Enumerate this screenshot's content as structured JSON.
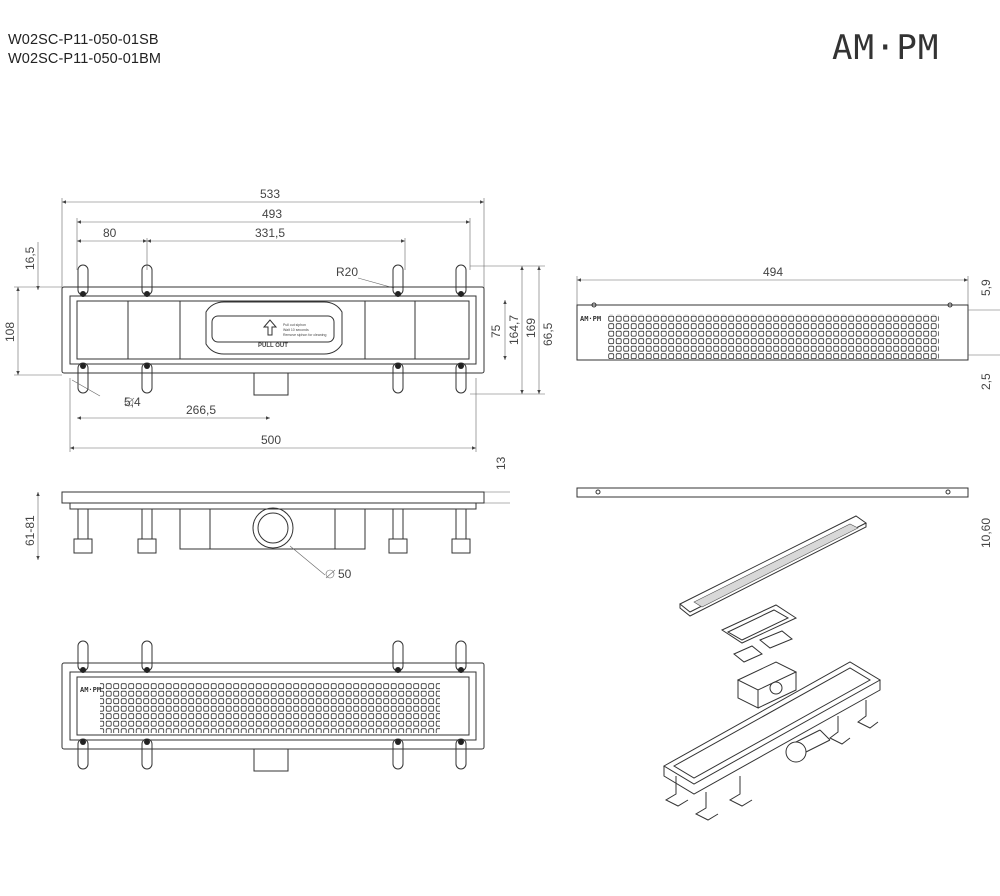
{
  "header": {
    "code_sb": "W02SC-P11-050-01SB",
    "code_bm": "W02SC-P11-050-01BM",
    "logo": "AM·PM"
  },
  "top_view": {
    "dims": {
      "overall": "533",
      "inner": "493",
      "left_offset": "80",
      "center_span": "331,5",
      "top_offset": "16,5",
      "height_outer": "108",
      "radius": "R20",
      "d75": "75",
      "d164": "164,7",
      "d169": "169",
      "hole": "5,4",
      "d266": "266,5",
      "bottom_len": "500"
    },
    "label_pull_out": "PULL OUT",
    "label_note1": "Pull out siphon",
    "label_note2": "Wait 10 seconds",
    "label_note3": "Remove siphon for cleaning"
  },
  "grate_view": {
    "dims": {
      "length": "494",
      "d66": "66,5",
      "d59": "5,9",
      "d25": "2,5"
    },
    "brand_mark": "AM·PM"
  },
  "side_view": {
    "dims": {
      "d13": "13",
      "height_range": "61-81",
      "outlet": "50"
    }
  },
  "grate_side": {
    "dims": {
      "thickness": "10,60"
    }
  },
  "installed_view": {
    "brand_mark": "AM·PM"
  }
}
